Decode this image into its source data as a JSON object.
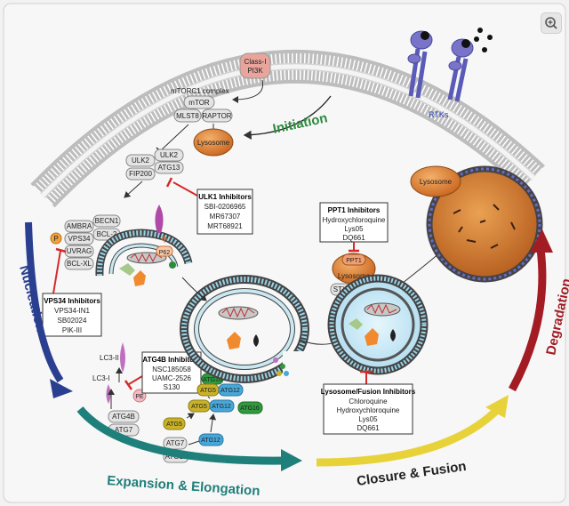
{
  "signaling": {
    "class1_pi3k": [
      "Class-I",
      "PI3K"
    ],
    "mtorc1_title": "mTORC1 complex",
    "mtor": "mTOR",
    "mlst8": "MLST8",
    "raptor": "RAPTOR",
    "lysosome": "Lysosome",
    "rtks": "RTKs",
    "initiation": "Initiation"
  },
  "ulk_complex": {
    "ulk2_a": "ULK2",
    "ulk2_b": "ULK2",
    "atg13": "ATG13",
    "fip200": "FIP200"
  },
  "ulk1_inhibitors": {
    "title": "ULK1 Inhibitors",
    "items": [
      "SBI-0206965",
      "MR67307",
      "MRT68921"
    ]
  },
  "vps34_complex": {
    "p": "P",
    "ambra": "AMBRA",
    "becn1": "BECN1",
    "vps34": "VPS34",
    "bcl2": "BCL-2",
    "uvrag": "UVRAG",
    "bclxl": "BCL-XL"
  },
  "vps34_inhibitors": {
    "title": "VPS34 Inhibitors",
    "items": [
      "VPS34-IN1",
      "SB02024",
      "PIK-III"
    ]
  },
  "p62": "P62",
  "lc3": {
    "lc3_ii": "LC3-II",
    "lc3_i": "LC3-I",
    "pe": "PE"
  },
  "atg4b_inhibitors": {
    "title": "ATG4B Inhibitors",
    "items": [
      "NSC185058",
      "UAMC-2526",
      "S130"
    ]
  },
  "atg_proteins": {
    "atg4b": "ATG4B",
    "atg7_a": "ATG7",
    "atg16_a": "ATG16",
    "atg5_a": "ATG5",
    "atg12_a": "ATG12",
    "atg16_b": "ATG16",
    "atg5_b": "ATG5",
    "atg12_b": "ATG12",
    "atg5_c": "ATG5",
    "atg7_b": "ATG7",
    "atg12_c": "ATG12",
    "atg10": "ATG10"
  },
  "ppt1_inhibitors": {
    "title": "PPT1 Inhibitors",
    "items": [
      "Hydroxychloroquine",
      "Lys05",
      "DQ661"
    ]
  },
  "lysosome_fusion": {
    "ppt1": "PPT1",
    "lysosome": "Lysosome",
    "stx17": "STX17"
  },
  "fusion_inhibitors": {
    "title": "Lysosome/Fusion Inhibitors",
    "items": [
      "Chloroquine",
      "Hydroxychloroquine",
      "Lys05",
      "DQ661"
    ]
  },
  "autolysosome": {
    "lysosome": "Lysosome"
  },
  "stages": {
    "nucleation": "Nucleation",
    "expansion": "Expansion & Elongation",
    "closure": "Closure & Fusion",
    "degradation": "Degradation"
  },
  "colors": {
    "initiation": "#2d8a3e",
    "nucleation": "#2a3f8f",
    "expansion": "#1f7f7a",
    "closure": "#e8d23a",
    "degradation": "#a31c24",
    "inhibitor_bar": "#d62a2a",
    "lysosome": "#d9782d",
    "atg_yellow": "#c9b227",
    "atg_blue": "#48a7d9",
    "atg_green": "#2f9b3e"
  },
  "icons": {
    "zoom": "zoom-in-icon"
  }
}
